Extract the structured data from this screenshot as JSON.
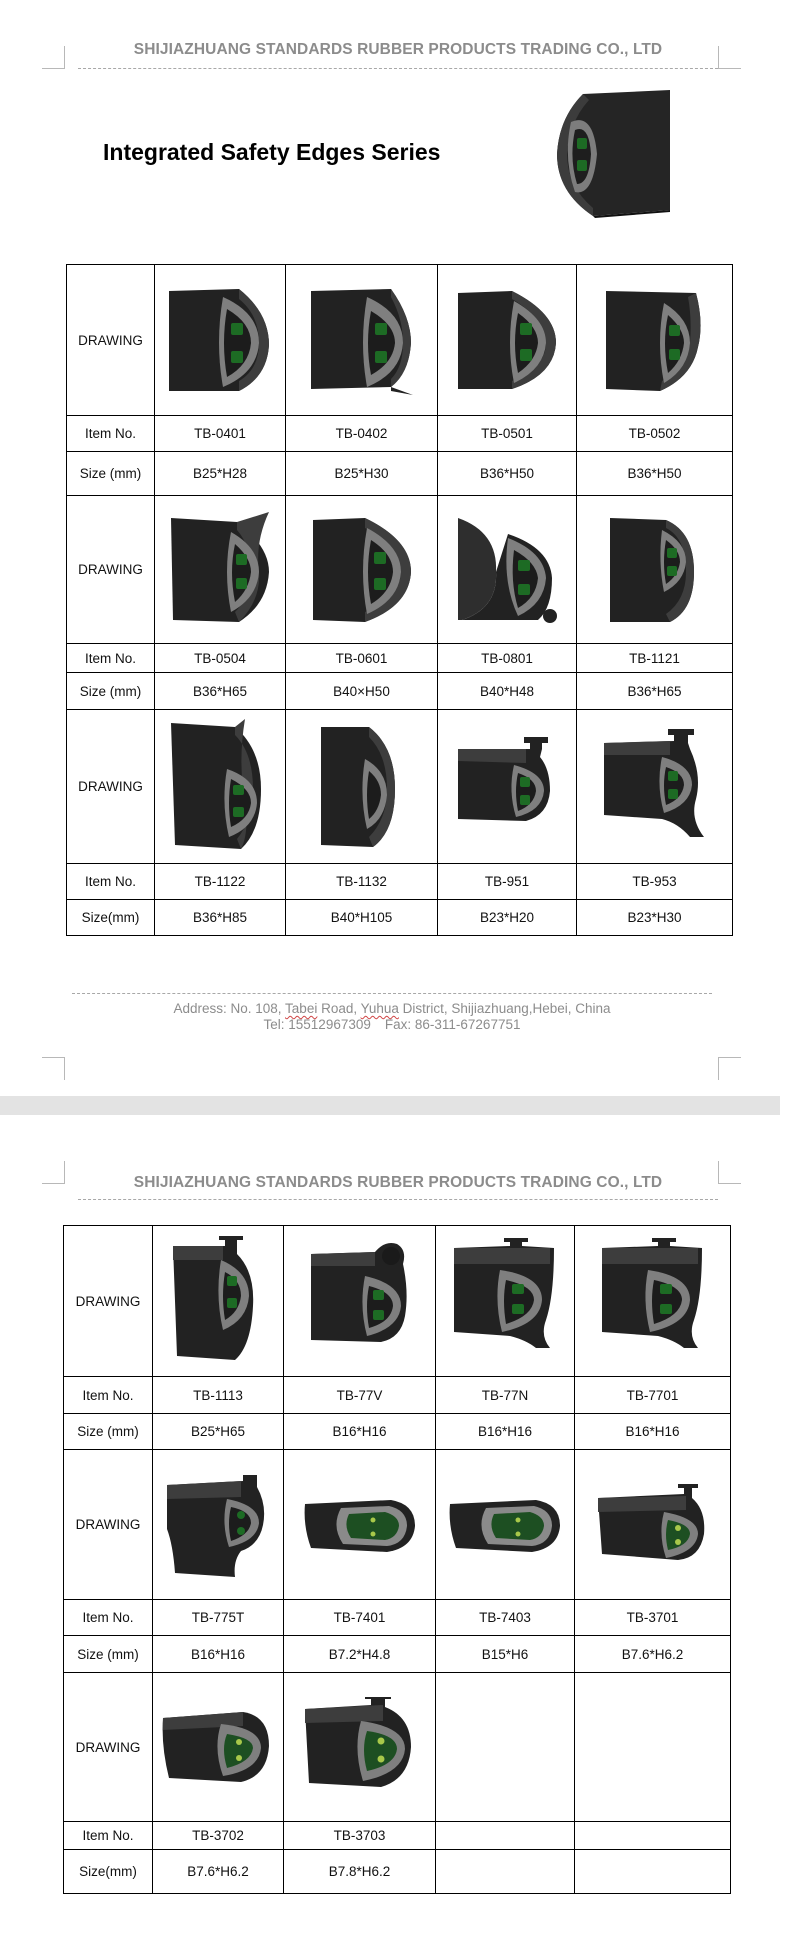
{
  "header": {
    "company": "SHIJIAZHUANG STANDARDS RUBBER PRODUCTS TRADING CO., LTD"
  },
  "title": "Integrated Safety Edges Series",
  "labels": {
    "drawing": "DRAWING",
    "item": "Item No.",
    "size": "Size (mm)",
    "size_compact": "Size(mm)"
  },
  "page1": {
    "groups": [
      {
        "size_label": "Size (mm)",
        "items": [
          {
            "item": "TB-0401",
            "size": "B25*H28",
            "icon": "profile-tall-left-flange-icon"
          },
          {
            "item": "TB-0402",
            "size": "B25*H30",
            "icon": "profile-tall-left-flange-lip-icon"
          },
          {
            "item": "TB-0501",
            "size": "B36*H50",
            "icon": "profile-arched-icon"
          },
          {
            "item": "TB-0502",
            "size": "B36*H50",
            "icon": "profile-arched-flared-icon"
          }
        ]
      },
      {
        "size_label": "Size (mm)",
        "items": [
          {
            "item": "TB-0504",
            "size": "B36*H65",
            "icon": "profile-tall-angled-icon"
          },
          {
            "item": "TB-0601",
            "size": "B40×H50",
            "icon": "profile-arched-icon"
          },
          {
            "item": "TB-0801",
            "size": "B40*H48",
            "icon": "profile-curved-bulb-icon"
          },
          {
            "item": "TB-1121",
            "size": "B36*H65",
            "icon": "profile-slim-tall-icon"
          }
        ]
      },
      {
        "size_label": "Size(mm)",
        "items": [
          {
            "item": "TB-1122",
            "size": "B36*H85",
            "icon": "profile-tall-angled-icon"
          },
          {
            "item": "TB-1132",
            "size": "B40*H105",
            "icon": "profile-slim-tall-icon"
          },
          {
            "item": "TB-951",
            "size": "B23*H20",
            "icon": "profile-t-slot-icon"
          },
          {
            "item": "TB-953",
            "size": "B23*H30",
            "icon": "profile-t-slot-flared-icon"
          }
        ]
      }
    ]
  },
  "page2": {
    "groups": [
      {
        "size_label": "Size (mm)",
        "items": [
          {
            "item": "TB-1113",
            "size": "B25*H65",
            "icon": "profile-t-slot-narrow-icon"
          },
          {
            "item": "TB-77V",
            "size": "B16*H16",
            "icon": "profile-bulb-top-icon"
          },
          {
            "item": "TB-77N",
            "size": "B16*H16",
            "icon": "profile-t-slot-flared-icon"
          },
          {
            "item": "TB-7701",
            "size": "B16*H16",
            "icon": "profile-t-slot-flared-icon"
          }
        ]
      },
      {
        "size_label": "Size (mm)",
        "items": [
          {
            "item": "TB-775T",
            "size": "B16*H16",
            "icon": "profile-bulb-rounded-icon"
          },
          {
            "item": "TB-7401",
            "size": "B7.2*H4.8",
            "icon": "profile-flat-oval-icon"
          },
          {
            "item": "TB-7403",
            "size": "B15*H6",
            "icon": "profile-flat-oval-icon"
          },
          {
            "item": "TB-3701",
            "size": "B7.6*H6.2",
            "icon": "profile-low-t-slot-icon"
          }
        ]
      },
      {
        "size_label": "Size(mm)",
        "items": [
          {
            "item": "TB-3702",
            "size": "B7.6*H6.2",
            "icon": "profile-low-rounded-icon"
          },
          {
            "item": "TB-3703",
            "size": "B7.8*H6.2",
            "icon": "profile-low-t-slot-icon"
          },
          {
            "item": "",
            "size": "",
            "icon": ""
          },
          {
            "item": "",
            "size": "",
            "icon": ""
          }
        ]
      }
    ]
  },
  "footer": {
    "addr_prefix": "Address: No. 108, ",
    "addr_tabei": "Tabei",
    "addr_road": " Road, ",
    "addr_yuhua": "Yuhua",
    "addr_suffix": " District, Shijiazhuang,Hebei, China",
    "tel": "Tel: 15512967309",
    "fax": "Fax: 86-311-67267751"
  },
  "colors": {
    "rubber": "#232323",
    "rubber_highlight": "#3f3f3f",
    "core": "#848484",
    "sensor": "#1d6b24",
    "header_text": "#8c8c8c"
  }
}
